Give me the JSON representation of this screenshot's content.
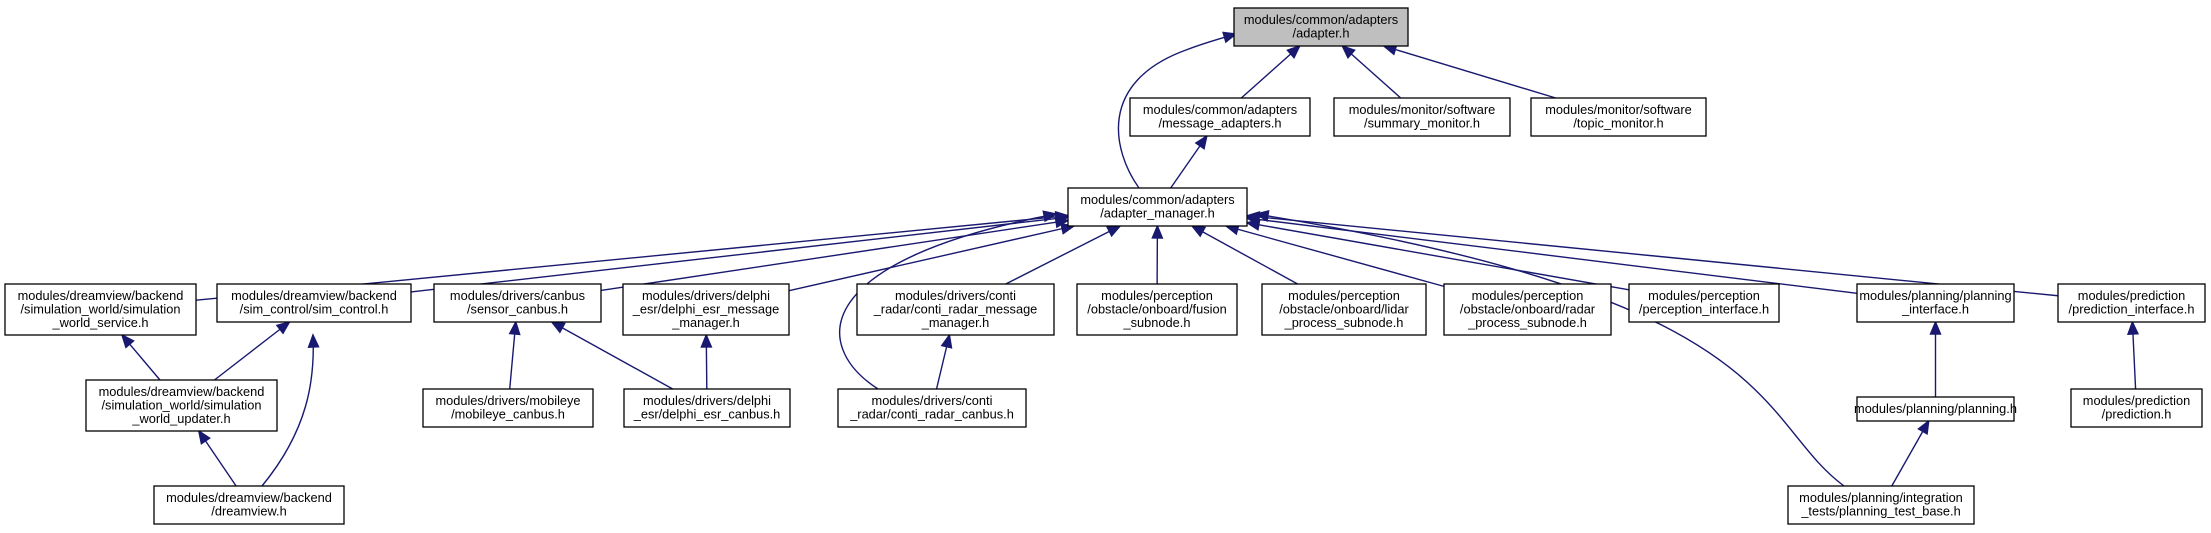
{
  "graph": {
    "colors": {
      "edge": "#191970",
      "root_fill": "#bfbfbf",
      "node_fill": "#ffffff",
      "border": "#000000"
    },
    "nodes": [
      {
        "id": "adapter",
        "lines": [
          "modules/common/adapters",
          "/adapter.h"
        ],
        "highlight": true
      },
      {
        "id": "message_adapters",
        "lines": [
          "modules/common/adapters",
          "/message_adapters.h"
        ]
      },
      {
        "id": "summary_monitor",
        "lines": [
          "modules/monitor/software",
          "/summary_monitor.h"
        ]
      },
      {
        "id": "topic_monitor",
        "lines": [
          "modules/monitor/software",
          "/topic_monitor.h"
        ]
      },
      {
        "id": "adapter_manager",
        "lines": [
          "modules/common/adapters",
          "/adapter_manager.h"
        ]
      },
      {
        "id": "sim_world_service",
        "lines": [
          "modules/dreamview/backend",
          "/simulation_world/simulation",
          "_world_service.h"
        ]
      },
      {
        "id": "sim_control",
        "lines": [
          "modules/dreamview/backend",
          "/sim_control/sim_control.h"
        ]
      },
      {
        "id": "sensor_canbus",
        "lines": [
          "modules/drivers/canbus",
          "/sensor_canbus.h"
        ]
      },
      {
        "id": "delphi_esr_msg_mgr",
        "lines": [
          "modules/drivers/delphi",
          "_esr/delphi_esr_message",
          "_manager.h"
        ]
      },
      {
        "id": "conti_radar_msg_mgr",
        "lines": [
          "modules/drivers/conti",
          "_radar/conti_radar_message",
          "_manager.h"
        ]
      },
      {
        "id": "fusion_subnode",
        "lines": [
          "modules/perception",
          "/obstacle/onboard/fusion",
          "_subnode.h"
        ]
      },
      {
        "id": "lidar_subnode",
        "lines": [
          "modules/perception",
          "/obstacle/onboard/lidar",
          "_process_subnode.h"
        ]
      },
      {
        "id": "radar_subnode",
        "lines": [
          "modules/perception",
          "/obstacle/onboard/radar",
          "_process_subnode.h"
        ]
      },
      {
        "id": "perception_interface",
        "lines": [
          "modules/perception",
          "/perception_interface.h"
        ]
      },
      {
        "id": "planning_interface",
        "lines": [
          "modules/planning/planning",
          "_interface.h"
        ]
      },
      {
        "id": "prediction_interface",
        "lines": [
          "modules/prediction",
          "/prediction_interface.h"
        ]
      },
      {
        "id": "sim_world_updater",
        "lines": [
          "modules/dreamview/backend",
          "/simulation_world/simulation",
          "_world_updater.h"
        ]
      },
      {
        "id": "mobileye_canbus",
        "lines": [
          "modules/drivers/mobileye",
          "/mobileye_canbus.h"
        ]
      },
      {
        "id": "delphi_esr_canbus",
        "lines": [
          "modules/drivers/delphi",
          "_esr/delphi_esr_canbus.h"
        ]
      },
      {
        "id": "conti_radar_canbus",
        "lines": [
          "modules/drivers/conti",
          "_radar/conti_radar_canbus.h"
        ]
      },
      {
        "id": "planning",
        "lines": [
          "modules/planning/planning.h"
        ]
      },
      {
        "id": "prediction",
        "lines": [
          "modules/prediction",
          "/prediction.h"
        ]
      },
      {
        "id": "dreamview",
        "lines": [
          "modules/dreamview/backend",
          "/dreamview.h"
        ]
      },
      {
        "id": "planning_test_base",
        "lines": [
          "modules/planning/integration",
          "_tests/planning_test_base.h"
        ]
      }
    ],
    "edges": [
      {
        "from": "message_adapters",
        "to": "adapter"
      },
      {
        "from": "summary_monitor",
        "to": "adapter"
      },
      {
        "from": "topic_monitor",
        "to": "adapter"
      },
      {
        "from": "adapter_manager",
        "to": "adapter"
      },
      {
        "from": "adapter_manager",
        "to": "message_adapters"
      },
      {
        "from": "sim_world_service",
        "to": "adapter_manager"
      },
      {
        "from": "sim_control",
        "to": "adapter_manager"
      },
      {
        "from": "sensor_canbus",
        "to": "adapter_manager"
      },
      {
        "from": "delphi_esr_msg_mgr",
        "to": "adapter_manager"
      },
      {
        "from": "conti_radar_msg_mgr",
        "to": "adapter_manager"
      },
      {
        "from": "conti_radar_canbus",
        "to": "adapter_manager"
      },
      {
        "from": "fusion_subnode",
        "to": "adapter_manager"
      },
      {
        "from": "lidar_subnode",
        "to": "adapter_manager"
      },
      {
        "from": "radar_subnode",
        "to": "adapter_manager"
      },
      {
        "from": "perception_interface",
        "to": "adapter_manager"
      },
      {
        "from": "planning_test_base",
        "to": "adapter_manager"
      },
      {
        "from": "planning_interface",
        "to": "adapter_manager"
      },
      {
        "from": "prediction_interface",
        "to": "adapter_manager"
      },
      {
        "from": "sim_world_updater",
        "to": "sim_world_service"
      },
      {
        "from": "sim_world_updater",
        "to": "sim_control"
      },
      {
        "from": "dreamview",
        "to": "sim_control"
      },
      {
        "from": "dreamview",
        "to": "sim_world_updater"
      },
      {
        "from": "mobileye_canbus",
        "to": "sensor_canbus"
      },
      {
        "from": "delphi_esr_canbus",
        "to": "sensor_canbus"
      },
      {
        "from": "delphi_esr_canbus",
        "to": "delphi_esr_msg_mgr"
      },
      {
        "from": "conti_radar_canbus",
        "to": "conti_radar_msg_mgr"
      },
      {
        "from": "planning",
        "to": "planning_interface"
      },
      {
        "from": "planning_test_base",
        "to": "planning"
      },
      {
        "from": "prediction",
        "to": "prediction_interface"
      }
    ]
  }
}
